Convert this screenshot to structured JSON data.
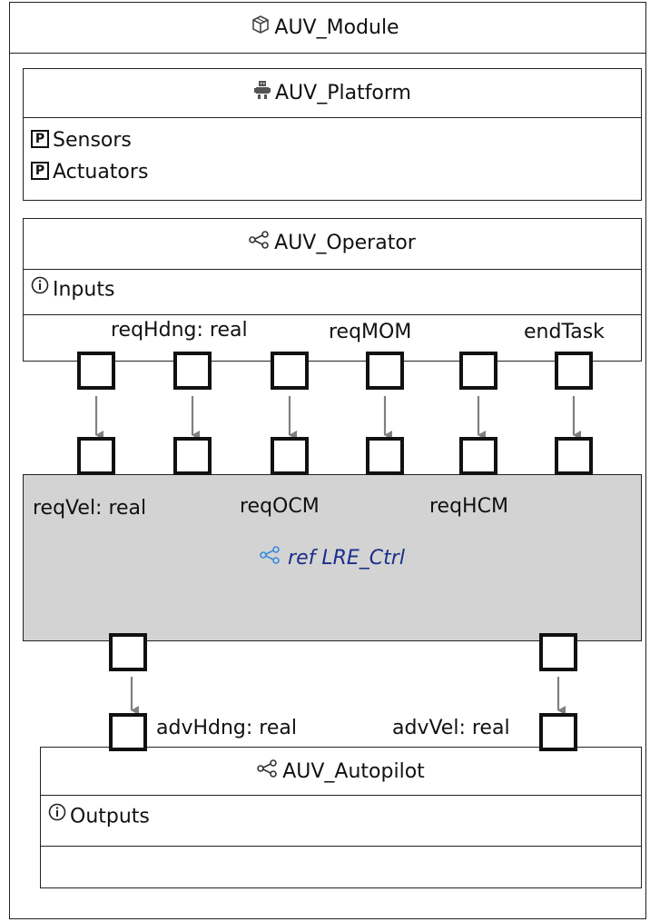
{
  "module": {
    "title": "AUV_Module",
    "icon": "package-cube-icon"
  },
  "platform": {
    "title": "AUV_Platform",
    "icon": "robot-icon",
    "parts": [
      {
        "badge": "P",
        "label": "Sensors"
      },
      {
        "badge": "P",
        "label": "Actuators"
      }
    ]
  },
  "operator": {
    "title": "AUV_Operator",
    "icon": "share-nodes-icon",
    "section": "Inputs",
    "port_labels": {
      "reqHdng": "reqHdng: real",
      "reqMOM": "reqMOM",
      "endTask": "endTask"
    }
  },
  "controller": {
    "title": "ref LRE_Ctrl",
    "icon": "share-nodes-icon",
    "port_labels": {
      "reqVel": "reqVel: real",
      "reqOCM": "reqOCM",
      "reqHCM": "reqHCM"
    },
    "fill": "#d3d3d3"
  },
  "autopilot": {
    "title": "AUV_Autopilot",
    "icon": "share-nodes-icon",
    "section": "Outputs",
    "port_labels": {
      "advHdng": "advHdng: real",
      "advVel": "advVel: real"
    }
  },
  "colors": {
    "arrow": "#808080",
    "ref_icon": "#3a8be0",
    "ref_text": "#1a2e8a",
    "border": "#222222"
  }
}
